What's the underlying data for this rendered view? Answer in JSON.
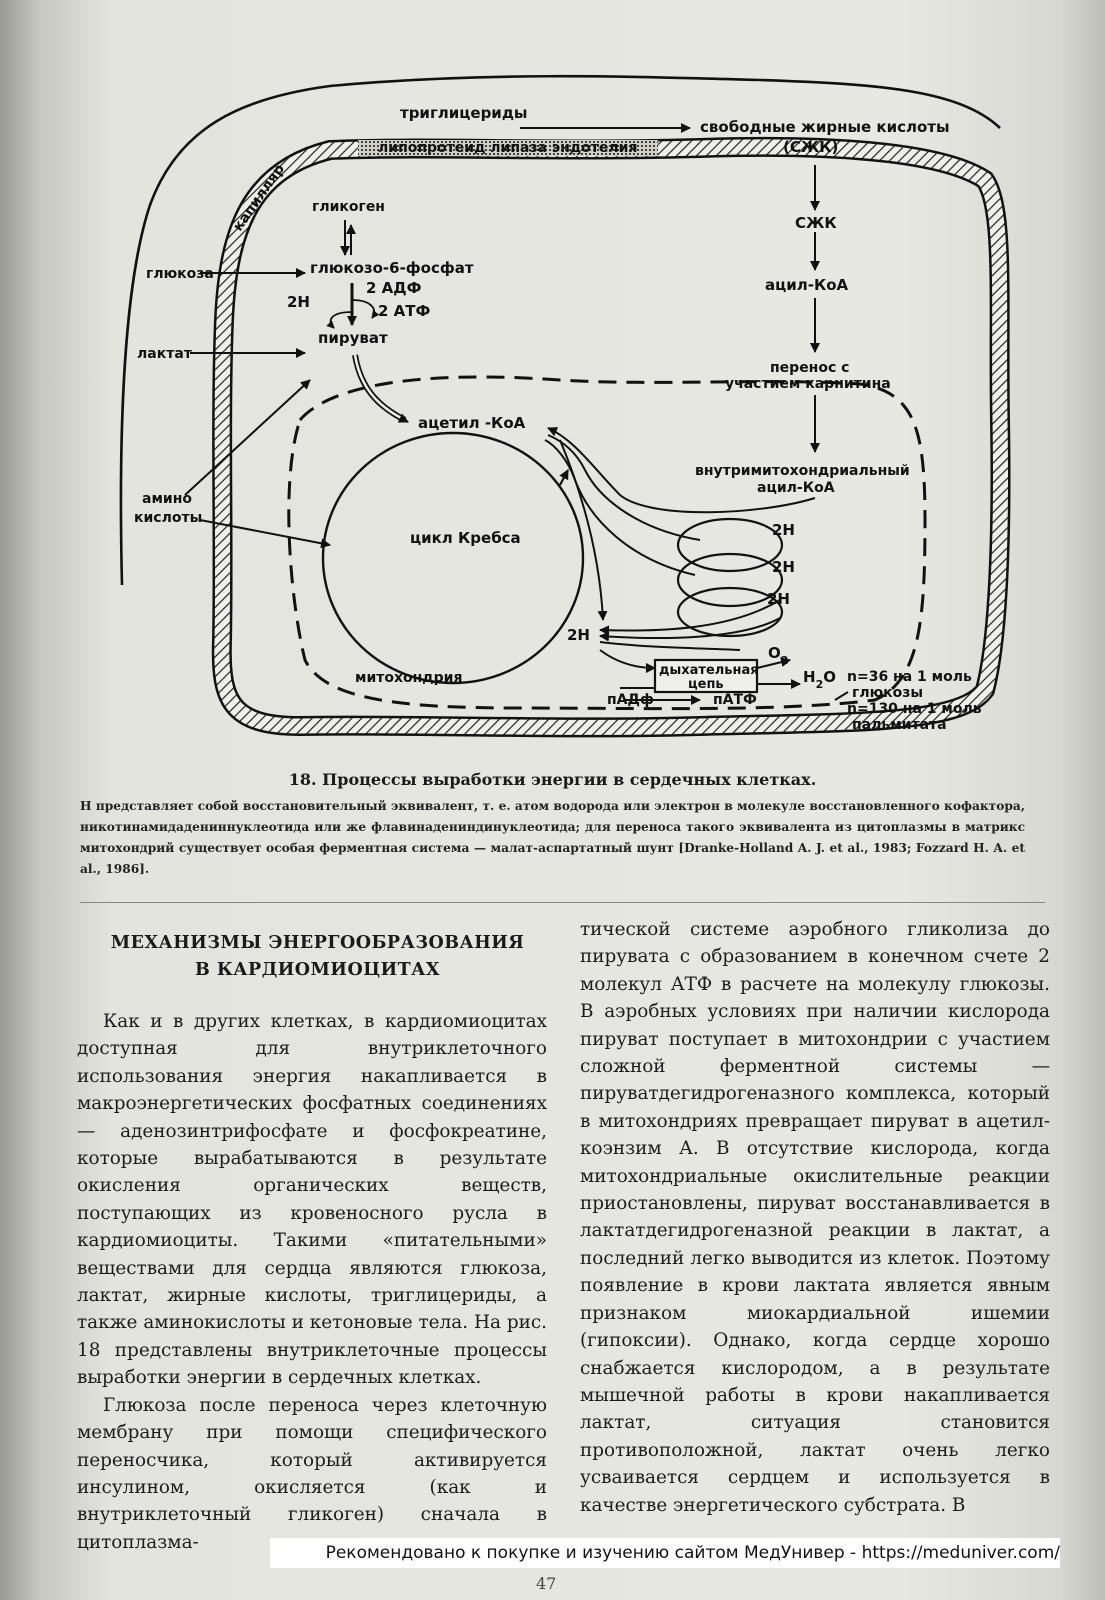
{
  "diagram": {
    "labels": {
      "triglycerides": "триглицериды",
      "lipase": "липопротеид липаза эндотелия",
      "free_fatty_acids": "свободные жирные кислоты",
      "ffa_abbr_paren": "(СЖК)",
      "capillary": "капилляр",
      "glycogen": "гликоген",
      "glucose": "глюкоза",
      "g6p": "глюкозо-6-фосфат",
      "adp2": "2 АДФ",
      "h2_left": "2Н",
      "atp2": "2 АТФ",
      "pyruvate": "пируват",
      "lactate": "лактат",
      "amino1": "амино",
      "amino2": "кислоты",
      "acetyl_coa": "ацетил -КоА",
      "krebs": "цикл Кребса",
      "mitochondria": "митохондрия",
      "ffa_abbr": "СЖК",
      "acyl_coa": "ацил-КоА",
      "transfer1": "перенос с",
      "transfer2": "участием карнитина",
      "intra1": "внутримитохондриальный",
      "intra2": "ацил-КоА",
      "h2_a": "2Н",
      "h2_b": "2Н",
      "h2_c": "2Н",
      "h2_d": "2Н",
      "resp1": "дыхательная",
      "resp2": "цепь",
      "o2": "O",
      "o2_sub": "2",
      "h2o": "H",
      "h2o_sub": "2",
      "h2o_o": "O",
      "nadp": "пАДф",
      "natp": "пАТФ",
      "n36": "n=36 на 1 моль",
      "glucose_gen": "глюкозы",
      "n130": "n=130 на 1 моль",
      "palmitate": "пальмитата"
    }
  },
  "figure": {
    "title": "18. Процессы выработки энергии в сердечных клетках.",
    "note": "Н представляет собой восстановительный эквивалент, т. е. атом водорода или электрон в молекуле восстановленного кофактора, никотинамидадениннуклеотида или же флавинадениндинуклеотида; для переноса такого эквивалента из цитоплазмы в матрикс митохондрий существует особая ферментная система — малат-аспартатный шунт [Dranke-Holland A. J. et al., 1983; Fozzard H. A. et al., 1986]."
  },
  "article": {
    "heading_line1": "МЕХАНИЗМЫ ЭНЕРГООБРАЗОВАНИЯ",
    "heading_line2": "В КАРДИОМИОЦИТАХ",
    "left_p1": "Как и в других клетках, в кардиомиоцитах доступная для внутриклеточного использования энергия накапливается в макроэнергетических фосфатных соединениях — аденозинтрифосфате и фосфокреатине, которые вырабатываются в результате окисления органических веществ, поступающих из кровеносного русла в кардиомиоциты. Такими «питательными» веществами для сердца являются глюкоза, лактат, жирные кислоты, триглицериды, а также аминокислоты и кетоновые тела. На рис. 18 представлены внутриклеточные процессы выработки энергии в сердечных клетках.",
    "left_p2": "Глюкоза после переноса через клеточную мембрану при помощи специфического переносчика, который активируется инсулином, окисляется (как и внутриклеточный гликоген) сначала в цитоплазма-",
    "right_p1": "тической системе аэробного гликолиза до пирувата с образованием в конечном счете 2 молекул АТФ в расчете на молекулу глюкозы. В аэробных условиях при наличии кислорода пируват поступает в митохондрии с участием сложной ферментной системы — пируватдегидрогеназного комплекса, который в митохондриях превращает пируват в ацетил-коэнзим А. В отсутствие кислорода, когда митохондриальные окислительные реакции приостановлены, пируват восстанавливается в лактатдегидрогеназной реакции в лактат, а последний легко выводится из клеток. Поэтому появление в крови лактата является явным признаком миокардиальной ишемии (гипоксии). Однако, когда сердце хорошо снабжается кислородом, а в результате мышечной работы в крови накапливается лактат, ситуация становится противоположной, лактат очень легко усваивается сердцем и используется в качестве энергетического субстрата. В"
  },
  "footer": {
    "banner": "Рекомендовано к покупке и изучению сайтом МедУнивер - https://meduniver.com/",
    "page_number": "47"
  }
}
